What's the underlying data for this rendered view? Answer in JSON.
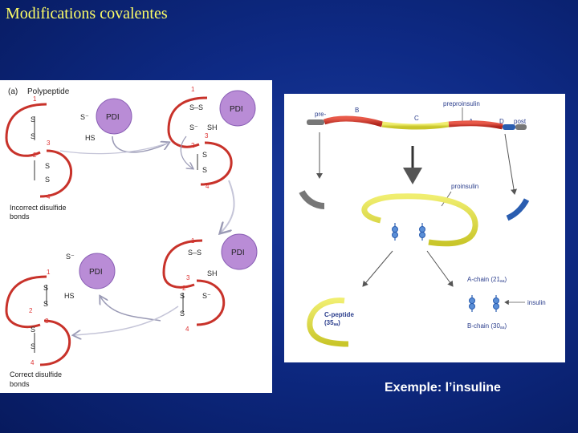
{
  "slide": {
    "title": "Modifications covalentes",
    "caption": "Exemple: l’insuline"
  },
  "panel_a": {
    "tag": "(a)",
    "polypeptide": "Polypeptide",
    "pdi": "PDI",
    "incorrect_line1": "Incorrect disulfide",
    "incorrect_line2": "bonds",
    "correct_line1": "Correct disulfide",
    "correct_line2": "bonds",
    "s": "S",
    "s_minus": "S⁻",
    "sh": "SH",
    "hs": "HS",
    "ss": "S–S",
    "n1": "1",
    "n2": "2",
    "n3": "3",
    "n4": "4"
  },
  "panel_b": {
    "pre": "pre-",
    "b": "B",
    "c": "C",
    "a": "A",
    "d": "D",
    "post": "post",
    "preproinsulin": "preproinsulin",
    "proinsulin": "proinsulin",
    "a_chain": "A-chain (21",
    "a_chain_unit": "aa",
    "b_chain": "B-chain (30",
    "b_chain_unit": "aa",
    "insulin": "insulin",
    "c_peptide": "C-peptide",
    "c_peptide_count": "(35",
    "c_peptide_unit": "aa",
    "close_paren": ")"
  },
  "colors": {
    "chain_red": "#c8322a",
    "pdi_fill": "#b98cd6",
    "pdi_stroke": "#8a5fb5",
    "yellow": "#e6e23a",
    "blue": "#2a5db0",
    "number_red": "#d33",
    "title_yellow": "#ffff66"
  }
}
